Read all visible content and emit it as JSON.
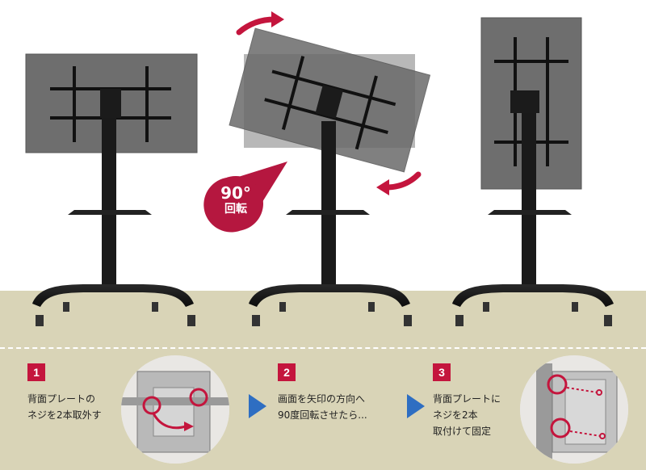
{
  "callout": {
    "angle": "90°",
    "word": "回転"
  },
  "steps": [
    {
      "num": "1",
      "lines": [
        "背面プレートの",
        "ネジを2本取外す"
      ]
    },
    {
      "num": "2",
      "lines": [
        "画面を矢印の方向へ",
        "90度回転させたら..."
      ]
    },
    {
      "num": "3",
      "lines": [
        "背面プレートに",
        "ネジを2本",
        "取付けて固定"
      ]
    }
  ],
  "colors": {
    "accent": "#c4153d",
    "floor": "#d9d4b7",
    "arrow_blue": "#2e6ec2",
    "screen": "#6f6f6f"
  },
  "icons": [
    "rotate-arrow-icon",
    "step-arrow-icon"
  ]
}
